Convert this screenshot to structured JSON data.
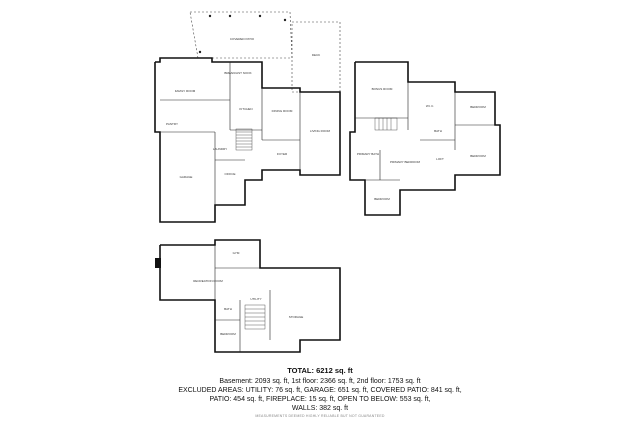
{
  "rooms": {
    "covered_patio": "COVERED PATIO",
    "deck": "DECK",
    "family_room": "FAMILY ROOM",
    "breakfast_nook": "BREAKFAST NOOK",
    "kitchen": "KITCHEN",
    "dining_room": "DINING ROOM",
    "foyer": "FOYER",
    "living_room": "LIVING ROOM",
    "garage": "GARAGE",
    "office": "OFFICE",
    "laundry": "LAUNDRY",
    "bath": "BATH",
    "wic": "W.I.C.",
    "pantry": "PANTRY",
    "primary_bedroom": "PRIMARY BEDROOM",
    "primary_bath": "PRIMARY BATH",
    "bedroom": "BEDROOM",
    "bedroom2": "BEDROOM",
    "bedroom3": "BEDROOM",
    "bonus_room": "BONUS ROOM",
    "loft": "LOFT",
    "rec_room": "RECREATION ROOM",
    "gym": "GYM",
    "storage": "STORAGE",
    "bath_bsmt": "BATH",
    "basement_bedroom": "BEDROOM",
    "utility": "UTILITY"
  },
  "summary": {
    "total": "TOTAL: 6212 sq. ft",
    "line1": "Basement: 2093 sq. ft, 1st floor: 2366 sq. ft, 2nd floor: 1753 sq. ft",
    "line2": "EXCLUDED AREAS: UTILITY: 76 sq. ft, GARAGE: 651 sq. ft, COVERED PATIO: 841 sq. ft,",
    "line3": "PATIO: 454 sq. ft, FIREPLACE: 15 sq. ft, OPEN TO BELOW: 553 sq. ft,",
    "line4": "WALLS: 382 sq. ft",
    "disclaimer": "MEASUREMENTS DEEMED HIGHLY RELIABLE BUT NOT GUARANTEED"
  }
}
